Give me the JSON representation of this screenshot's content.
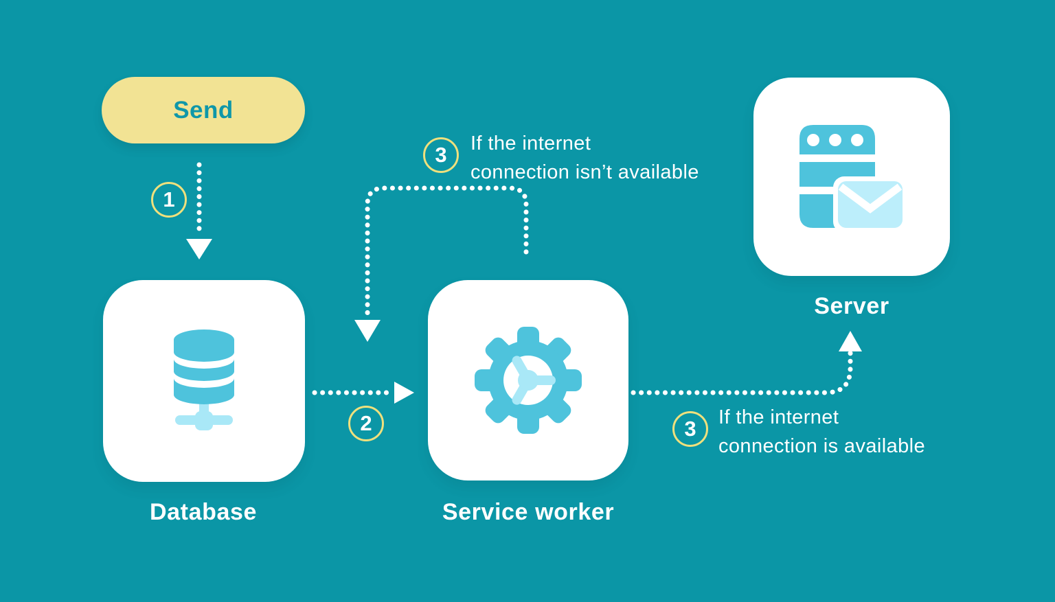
{
  "colors": {
    "bg": "#0B96A6",
    "panel": "#FFFFFF",
    "yellow": "#F2E394",
    "ring": "#EFE07D",
    "blue": "#4EC3DC",
    "lightblue": "#A9E8F7",
    "envelope": "#BCEEFB",
    "tealtext": "#0F97A9",
    "white": "#FFFFFF"
  },
  "send_button": {
    "label": "Send"
  },
  "nodes": {
    "database": {
      "label": "Database"
    },
    "service_worker": {
      "label": "Service worker"
    },
    "server": {
      "label": "Server"
    }
  },
  "steps": {
    "one": {
      "number": "1"
    },
    "two": {
      "number": "2"
    },
    "offline": {
      "number": "3",
      "line1": "If the internet",
      "line2": "connection isn’t available"
    },
    "online": {
      "number": "3",
      "line1": "If the internet",
      "line2": "connection is available"
    }
  }
}
